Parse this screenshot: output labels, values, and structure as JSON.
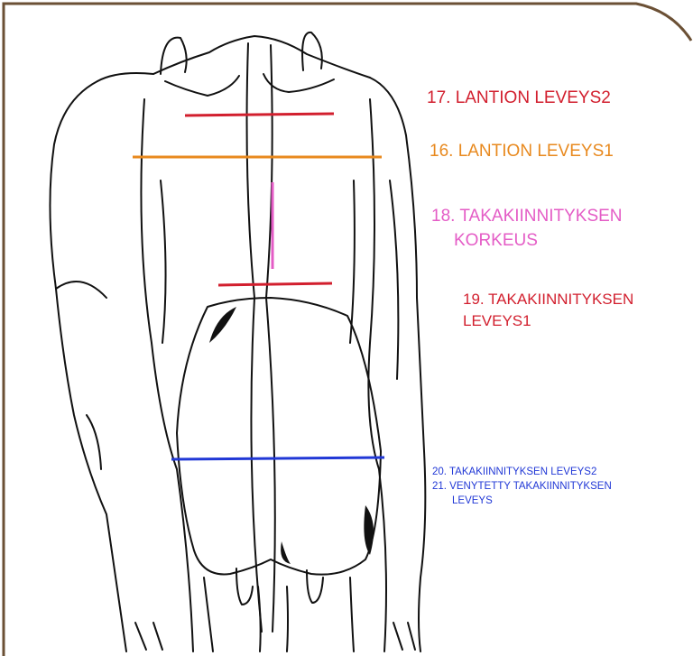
{
  "labels": {
    "l17": "17. LANTION LEVEYS2",
    "l16": "16. LANTION LEVEYS1",
    "l18_line1": "18. TAKAKIINNITYKSEN",
    "l18_line2": "KORKEUS",
    "l19_line1": "19. TAKAKIINNITYKSEN",
    "l19_line2": "LEVEYS1",
    "l20": "20. TAKAKIINNITYKSEN LEVEYS2",
    "l21_line1": "21. VENYTETTY TAKAKIINNITYKSEN",
    "l21_line2": "LEVEYS"
  },
  "colors": {
    "red": "#d21f2e",
    "orange": "#e8891e",
    "pink": "#e45cc6",
    "blue": "#2138d6",
    "frame": "#6b5035",
    "outline": "#111111"
  }
}
